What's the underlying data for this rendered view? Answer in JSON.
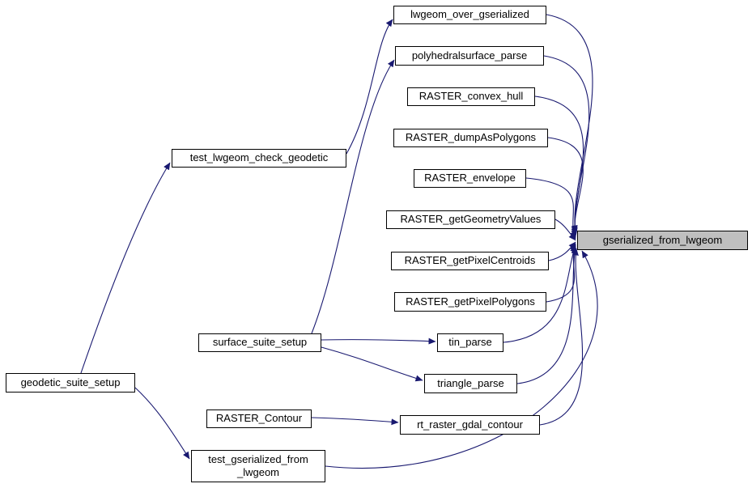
{
  "diagram": {
    "type": "call-graph",
    "background": "#ffffff",
    "edge_color": "#191970",
    "node_fill": "#ffffff",
    "node_border": "#000000",
    "highlight_fill": "#bfbfbf",
    "highlighted_node": "gserialized_from_lwgeom"
  },
  "nodes": [
    {
      "id": "lwgeom_over_gserialized",
      "label": "lwgeom_over_gserialized",
      "highlight": false
    },
    {
      "id": "polyhedralsurface_parse",
      "label": "polyhedralsurface_parse",
      "highlight": false
    },
    {
      "id": "RASTER_convex_hull",
      "label": "RASTER_convex_hull",
      "highlight": false
    },
    {
      "id": "RASTER_dumpAsPolygons",
      "label": "RASTER_dumpAsPolygons",
      "highlight": false
    },
    {
      "id": "RASTER_envelope",
      "label": "RASTER_envelope",
      "highlight": false
    },
    {
      "id": "RASTER_getGeometryValues",
      "label": "RASTER_getGeometryValues",
      "highlight": false
    },
    {
      "id": "gserialized_from_lwgeom",
      "label": "gserialized_from_lwgeom",
      "highlight": true
    },
    {
      "id": "RASTER_getPixelCentroids",
      "label": "RASTER_getPixelCentroids",
      "highlight": false
    },
    {
      "id": "RASTER_getPixelPolygons",
      "label": "RASTER_getPixelPolygons",
      "highlight": false
    },
    {
      "id": "tin_parse",
      "label": "tin_parse",
      "highlight": false
    },
    {
      "id": "triangle_parse",
      "label": "triangle_parse",
      "highlight": false
    },
    {
      "id": "rt_raster_gdal_contour",
      "label": "rt_raster_gdal_contour",
      "highlight": false
    },
    {
      "id": "test_lwgeom_check_geodetic",
      "label": "test_lwgeom_check_geodetic",
      "highlight": false
    },
    {
      "id": "surface_suite_setup",
      "label": "surface_suite_setup",
      "highlight": false
    },
    {
      "id": "RASTER_Contour",
      "label": "RASTER_Contour",
      "highlight": false
    },
    {
      "id": "geodetic_suite_setup",
      "label": "geodetic_suite_setup",
      "highlight": false
    },
    {
      "id": "test_gserialized_from_lwgeom",
      "label": "test_gserialized_from\n_lwgeom",
      "highlight": false
    }
  ],
  "edges": [
    {
      "from": "lwgeom_over_gserialized",
      "to": "gserialized_from_lwgeom"
    },
    {
      "from": "polyhedralsurface_parse",
      "to": "gserialized_from_lwgeom"
    },
    {
      "from": "RASTER_convex_hull",
      "to": "gserialized_from_lwgeom"
    },
    {
      "from": "RASTER_dumpAsPolygons",
      "to": "gserialized_from_lwgeom"
    },
    {
      "from": "RASTER_envelope",
      "to": "gserialized_from_lwgeom"
    },
    {
      "from": "RASTER_getGeometryValues",
      "to": "gserialized_from_lwgeom"
    },
    {
      "from": "RASTER_getPixelCentroids",
      "to": "gserialized_from_lwgeom"
    },
    {
      "from": "RASTER_getPixelPolygons",
      "to": "gserialized_from_lwgeom"
    },
    {
      "from": "tin_parse",
      "to": "gserialized_from_lwgeom"
    },
    {
      "from": "triangle_parse",
      "to": "gserialized_from_lwgeom"
    },
    {
      "from": "rt_raster_gdal_contour",
      "to": "gserialized_from_lwgeom"
    },
    {
      "from": "test_gserialized_from_lwgeom",
      "to": "gserialized_from_lwgeom"
    },
    {
      "from": "test_lwgeom_check_geodetic",
      "to": "lwgeom_over_gserialized"
    },
    {
      "from": "surface_suite_setup",
      "to": "polyhedralsurface_parse"
    },
    {
      "from": "surface_suite_setup",
      "to": "tin_parse"
    },
    {
      "from": "surface_suite_setup",
      "to": "triangle_parse"
    },
    {
      "from": "RASTER_Contour",
      "to": "rt_raster_gdal_contour"
    },
    {
      "from": "geodetic_suite_setup",
      "to": "test_lwgeom_check_geodetic"
    },
    {
      "from": "geodetic_suite_setup",
      "to": "test_gserialized_from_lwgeom"
    }
  ]
}
